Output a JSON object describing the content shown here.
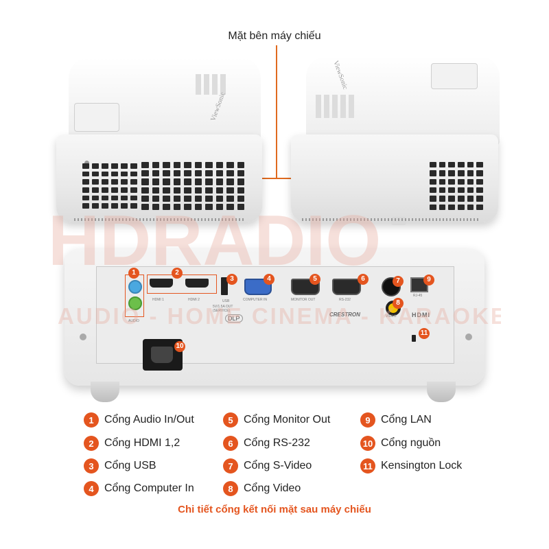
{
  "top_caption": "Mặt bên máy chiếu",
  "bottom_caption": "Chi tiết cổng kết nối mặt sau máy chiếu",
  "brand": "ViewSonic",
  "watermark": {
    "main": "HDRADIO",
    "sub": "AUDIO - HOME CINEMA - KARAOKE"
  },
  "rear_labels": {
    "audio": "AUDIO",
    "hdmi1": "HDMI 1",
    "hdmi2": "HDMI 2",
    "usb": "USB",
    "usb_note": "5V/1.5A OUT (SERVICE)",
    "computer_in": "COMPUTER IN",
    "monitor_out": "MONITOR OUT",
    "rs232": "RS-232",
    "rj45": "RJ-45",
    "video": "VIDEO",
    "dlp": "DLP",
    "crestron": "CRESTRON",
    "hdmi_logo": "HDMI"
  },
  "legend": [
    {
      "num": "1",
      "label": "Cổng Audio In/Out"
    },
    {
      "num": "2",
      "label": "Cổng HDMI 1,2"
    },
    {
      "num": "3",
      "label": "Cổng USB"
    },
    {
      "num": "4",
      "label": "Cổng Computer In"
    },
    {
      "num": "5",
      "label": "Cổng Monitor Out"
    },
    {
      "num": "6",
      "label": "Cổng RS-232"
    },
    {
      "num": "7",
      "label": "Cổng S-Video"
    },
    {
      "num": "8",
      "label": "Cổng Video"
    },
    {
      "num": "9",
      "label": "Cổng LAN"
    },
    {
      "num": "10",
      "label": "Cổng nguồn"
    },
    {
      "num": "11",
      "label": "Kensington Lock"
    }
  ],
  "colors": {
    "accent": "#e4551f",
    "leader": "#e06a1e",
    "watermark": "#e8a89a"
  }
}
